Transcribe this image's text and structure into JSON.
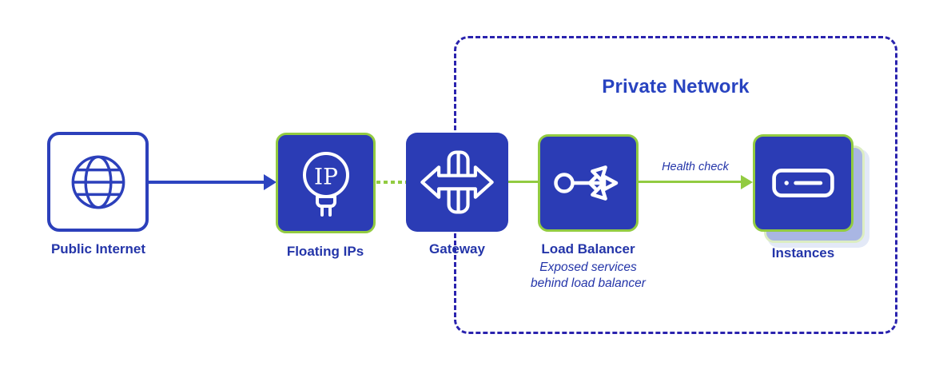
{
  "diagram": {
    "title": "Private Network",
    "nodes": [
      {
        "id": "public-internet",
        "label": "Public Internet",
        "icon": "globe-icon",
        "style": "white-box-blue-outline"
      },
      {
        "id": "floating-ips",
        "label": "Floating IPs",
        "icon": "ip-balloon-icon",
        "style": "blue-box-green-border"
      },
      {
        "id": "gateway",
        "label": "Gateway",
        "icon": "gateway-double-arrow-icon",
        "style": "blue-box"
      },
      {
        "id": "load-balancer",
        "label": "Load Balancer",
        "sublabel": "Exposed services behind load balancer",
        "icon": "load-balancer-fanout-icon",
        "style": "blue-box-green-border"
      },
      {
        "id": "instances",
        "label": "Instances",
        "icon": "server-icon",
        "style": "blue-box-green-border-stacked"
      }
    ],
    "connections": [
      {
        "from": "public-internet",
        "to": "floating-ips",
        "style": "solid-blue-arrow",
        "label": ""
      },
      {
        "from": "floating-ips",
        "to": "gateway",
        "style": "dotted-green",
        "label": ""
      },
      {
        "from": "gateway",
        "to": "load-balancer",
        "style": "solid-green",
        "label": ""
      },
      {
        "from": "load-balancer",
        "to": "instances",
        "style": "solid-green-arrow",
        "label": "Health check"
      }
    ],
    "colors": {
      "box_blue": "#2b3cb5",
      "outline_blue": "#2c40bb",
      "text_blue": "#2435a9",
      "dashed_navy": "#2a23ae",
      "green_accent": "#92cb41",
      "shadow_card_blue": "#a9b6e3",
      "shadow_card_green": "#dcedc2",
      "background": "#ffffff"
    }
  }
}
